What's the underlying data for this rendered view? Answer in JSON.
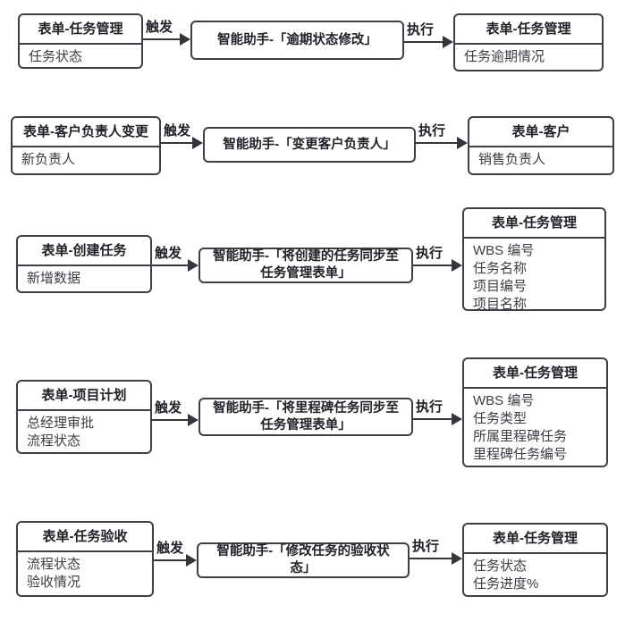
{
  "colors": {
    "border": "#3d4046",
    "header_text": "#202227",
    "body_text": "#3b3e44",
    "arrow": "#33363c",
    "background": "#ffffff"
  },
  "rows": [
    {
      "source": {
        "title": "表单-任务管理",
        "fields": [
          "任务状态"
        ]
      },
      "trigger_label": "触发",
      "assistant_label": "智能助手-「逾期状态修改」",
      "execute_label": "执行",
      "target": {
        "title": "表单-任务管理",
        "fields": [
          "任务逾期情况"
        ]
      }
    },
    {
      "source": {
        "title": "表单-客户负责人变更",
        "fields": [
          "新负责人"
        ]
      },
      "trigger_label": "触发",
      "assistant_label": "智能助手-「变更客户负责人」",
      "execute_label": "执行",
      "target": {
        "title": "表单-客户",
        "fields": [
          "销售负责人"
        ]
      }
    },
    {
      "source": {
        "title": "表单-创建任务",
        "fields": [
          "新增数据"
        ]
      },
      "trigger_label": "触发",
      "assistant_label": "智能助手-「将创建的任务同步至任务管理表单」",
      "execute_label": "执行",
      "target": {
        "title": "表单-任务管理",
        "fields": [
          "WBS 编号",
          "任务名称",
          "项目编号",
          "项目名称"
        ]
      }
    },
    {
      "source": {
        "title": "表单-项目计划",
        "fields": [
          "总经理审批",
          "流程状态"
        ]
      },
      "trigger_label": "触发",
      "assistant_label": "智能助手-「将里程碑任务同步至任务管理表单」",
      "execute_label": "执行",
      "target": {
        "title": "表单-任务管理",
        "fields": [
          "WBS 编号",
          "任务类型",
          "所属里程碑任务",
          "里程碑任务编号"
        ]
      }
    },
    {
      "source": {
        "title": "表单-任务验收",
        "fields": [
          "流程状态",
          "验收情况"
        ]
      },
      "trigger_label": "触发",
      "assistant_label": "智能助手-「修改任务的验收状态」",
      "execute_label": "执行",
      "target": {
        "title": "表单-任务管理",
        "fields": [
          "任务状态",
          "任务进度%"
        ]
      }
    }
  ]
}
